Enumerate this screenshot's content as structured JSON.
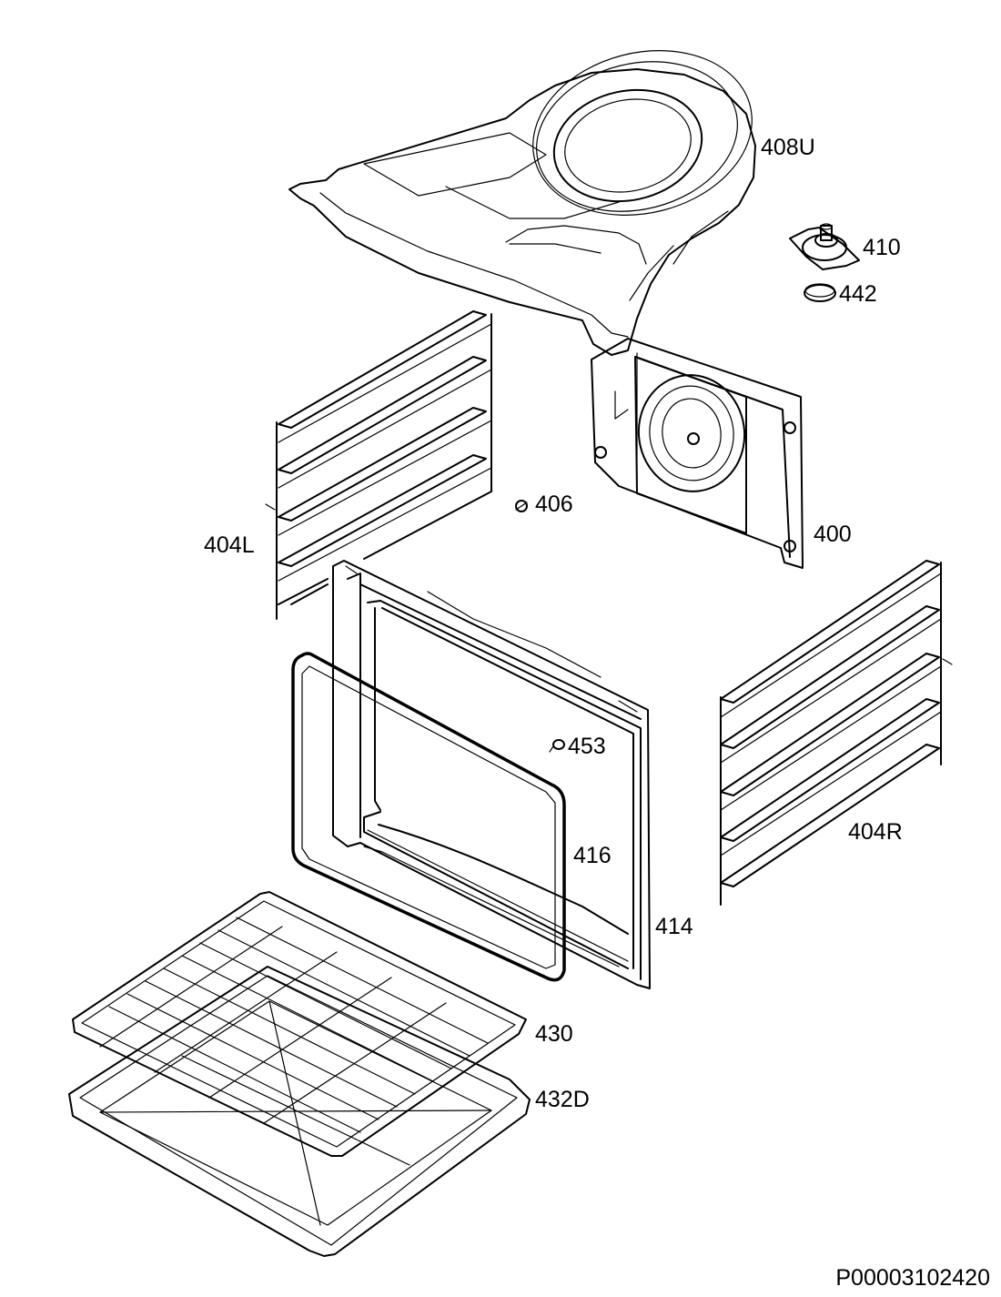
{
  "parts": [
    {
      "id": "top_fan_duct",
      "label": "408U"
    },
    {
      "id": "fan_motor",
      "label": "410"
    },
    {
      "id": "washer",
      "label": "442"
    },
    {
      "id": "left_shelf_support",
      "label": "404L"
    },
    {
      "id": "clip",
      "label": "406"
    },
    {
      "id": "rear_panel",
      "label": "400"
    },
    {
      "id": "right_shelf_support",
      "label": "404R"
    },
    {
      "id": "screw",
      "label": "453"
    },
    {
      "id": "door_gasket",
      "label": "416"
    },
    {
      "id": "oven_cavity_front",
      "label": "414"
    },
    {
      "id": "wire_rack",
      "label": "430"
    },
    {
      "id": "baking_tray",
      "label": "432D"
    }
  ],
  "diagram_code": "P00003102420"
}
